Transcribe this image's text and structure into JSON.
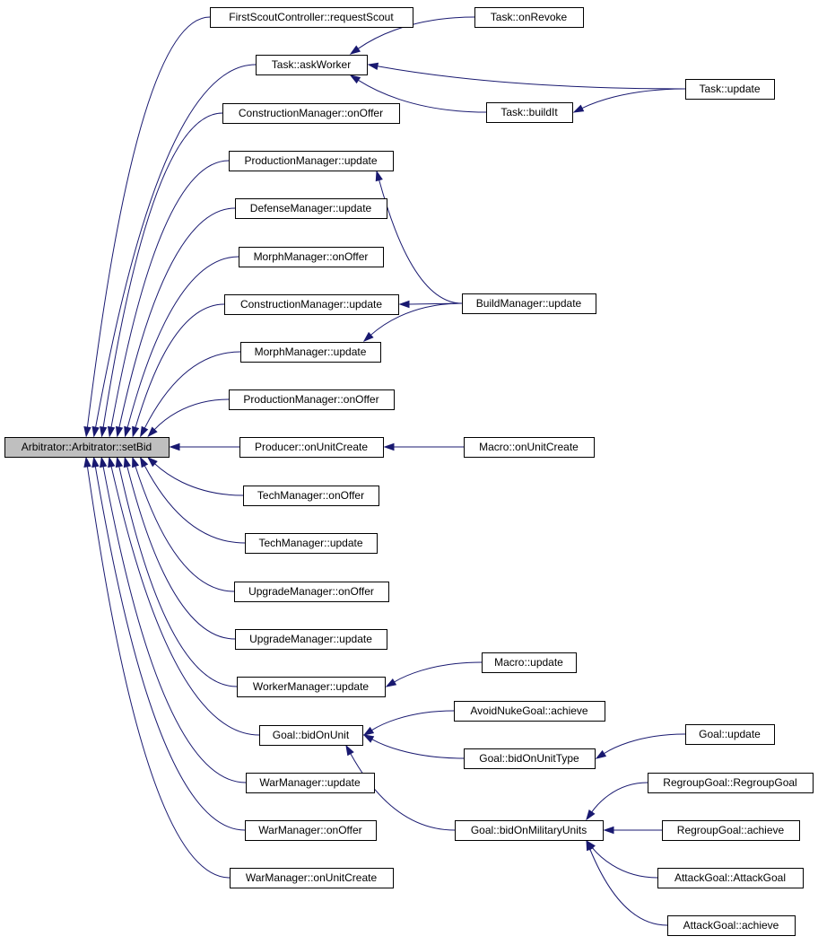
{
  "colors": {
    "edge": "#191970",
    "root_fill": "#bfbfbf",
    "node_fill": "#ffffff",
    "node_border": "#000000"
  },
  "nodes": [
    {
      "id": "setBid",
      "label": "Arbitrator::Arbitrator::setBid"
    },
    {
      "id": "fsc_requestScout",
      "label": "FirstScoutController::requestScout"
    },
    {
      "id": "task_askWorker",
      "label": "Task::askWorker"
    },
    {
      "id": "conm_onOffer",
      "label": "ConstructionManager::onOffer"
    },
    {
      "id": "prodm_update",
      "label": "ProductionManager::update"
    },
    {
      "id": "defm_update",
      "label": "DefenseManager::update"
    },
    {
      "id": "morphm_onOffer",
      "label": "MorphManager::onOffer"
    },
    {
      "id": "conm_update",
      "label": "ConstructionManager::update"
    },
    {
      "id": "morphm_update",
      "label": "MorphManager::update"
    },
    {
      "id": "prodm_onOffer",
      "label": "ProductionManager::onOffer"
    },
    {
      "id": "producer_onUnitCreate",
      "label": "Producer::onUnitCreate"
    },
    {
      "id": "techm_onOffer",
      "label": "TechManager::onOffer"
    },
    {
      "id": "techm_update",
      "label": "TechManager::update"
    },
    {
      "id": "upgm_onOffer",
      "label": "UpgradeManager::onOffer"
    },
    {
      "id": "upgm_update",
      "label": "UpgradeManager::update"
    },
    {
      "id": "workerm_update",
      "label": "WorkerManager::update"
    },
    {
      "id": "goal_bidOnUnit",
      "label": "Goal::bidOnUnit"
    },
    {
      "id": "warm_update",
      "label": "WarManager::update"
    },
    {
      "id": "warm_onOffer",
      "label": "WarManager::onOffer"
    },
    {
      "id": "warm_onUnitCreate",
      "label": "WarManager::onUnitCreate"
    },
    {
      "id": "task_onRevoke",
      "label": "Task::onRevoke"
    },
    {
      "id": "task_buildIt",
      "label": "Task::buildIt"
    },
    {
      "id": "task_update",
      "label": "Task::update"
    },
    {
      "id": "buildm_update",
      "label": "BuildManager::update"
    },
    {
      "id": "macro_onUnitCreate",
      "label": "Macro::onUnitCreate"
    },
    {
      "id": "macro_update",
      "label": "Macro::update"
    },
    {
      "id": "avoidnuke_achieve",
      "label": "AvoidNukeGoal::achieve"
    },
    {
      "id": "goal_bidOnUnitType",
      "label": "Goal::bidOnUnitType"
    },
    {
      "id": "goal_update",
      "label": "Goal::update"
    },
    {
      "id": "goal_bidOnMilitaryUnits",
      "label": "Goal::bidOnMilitaryUnits"
    },
    {
      "id": "regroup_ctor",
      "label": "RegroupGoal::RegroupGoal"
    },
    {
      "id": "regroup_achieve",
      "label": "RegroupGoal::achieve"
    },
    {
      "id": "attack_ctor",
      "label": "AttackGoal::AttackGoal"
    },
    {
      "id": "attack_achieve",
      "label": "AttackGoal::achieve"
    }
  ],
  "edges": [
    {
      "from": "fsc_requestScout",
      "to": "setBid"
    },
    {
      "from": "task_askWorker",
      "to": "setBid"
    },
    {
      "from": "conm_onOffer",
      "to": "setBid"
    },
    {
      "from": "prodm_update",
      "to": "setBid"
    },
    {
      "from": "defm_update",
      "to": "setBid"
    },
    {
      "from": "morphm_onOffer",
      "to": "setBid"
    },
    {
      "from": "conm_update",
      "to": "setBid"
    },
    {
      "from": "morphm_update",
      "to": "setBid"
    },
    {
      "from": "prodm_onOffer",
      "to": "setBid"
    },
    {
      "from": "producer_onUnitCreate",
      "to": "setBid"
    },
    {
      "from": "techm_onOffer",
      "to": "setBid"
    },
    {
      "from": "techm_update",
      "to": "setBid"
    },
    {
      "from": "upgm_onOffer",
      "to": "setBid"
    },
    {
      "from": "upgm_update",
      "to": "setBid"
    },
    {
      "from": "workerm_update",
      "to": "setBid"
    },
    {
      "from": "goal_bidOnUnit",
      "to": "setBid"
    },
    {
      "from": "warm_update",
      "to": "setBid"
    },
    {
      "from": "warm_onOffer",
      "to": "setBid"
    },
    {
      "from": "warm_onUnitCreate",
      "to": "setBid"
    },
    {
      "from": "task_onRevoke",
      "to": "task_askWorker"
    },
    {
      "from": "task_update",
      "to": "task_askWorker"
    },
    {
      "from": "task_buildIt",
      "to": "task_askWorker"
    },
    {
      "from": "task_update",
      "to": "task_buildIt"
    },
    {
      "from": "buildm_update",
      "to": "prodm_update"
    },
    {
      "from": "buildm_update",
      "to": "conm_update"
    },
    {
      "from": "buildm_update",
      "to": "morphm_update"
    },
    {
      "from": "macro_onUnitCreate",
      "to": "producer_onUnitCreate"
    },
    {
      "from": "macro_update",
      "to": "workerm_update"
    },
    {
      "from": "avoidnuke_achieve",
      "to": "goal_bidOnUnit"
    },
    {
      "from": "goal_bidOnUnitType",
      "to": "goal_bidOnUnit"
    },
    {
      "from": "goal_bidOnMilitaryUnits",
      "to": "goal_bidOnUnit"
    },
    {
      "from": "goal_update",
      "to": "goal_bidOnUnitType"
    },
    {
      "from": "regroup_ctor",
      "to": "goal_bidOnMilitaryUnits"
    },
    {
      "from": "regroup_achieve",
      "to": "goal_bidOnMilitaryUnits"
    },
    {
      "from": "attack_ctor",
      "to": "goal_bidOnMilitaryUnits"
    },
    {
      "from": "attack_achieve",
      "to": "goal_bidOnMilitaryUnits"
    }
  ]
}
